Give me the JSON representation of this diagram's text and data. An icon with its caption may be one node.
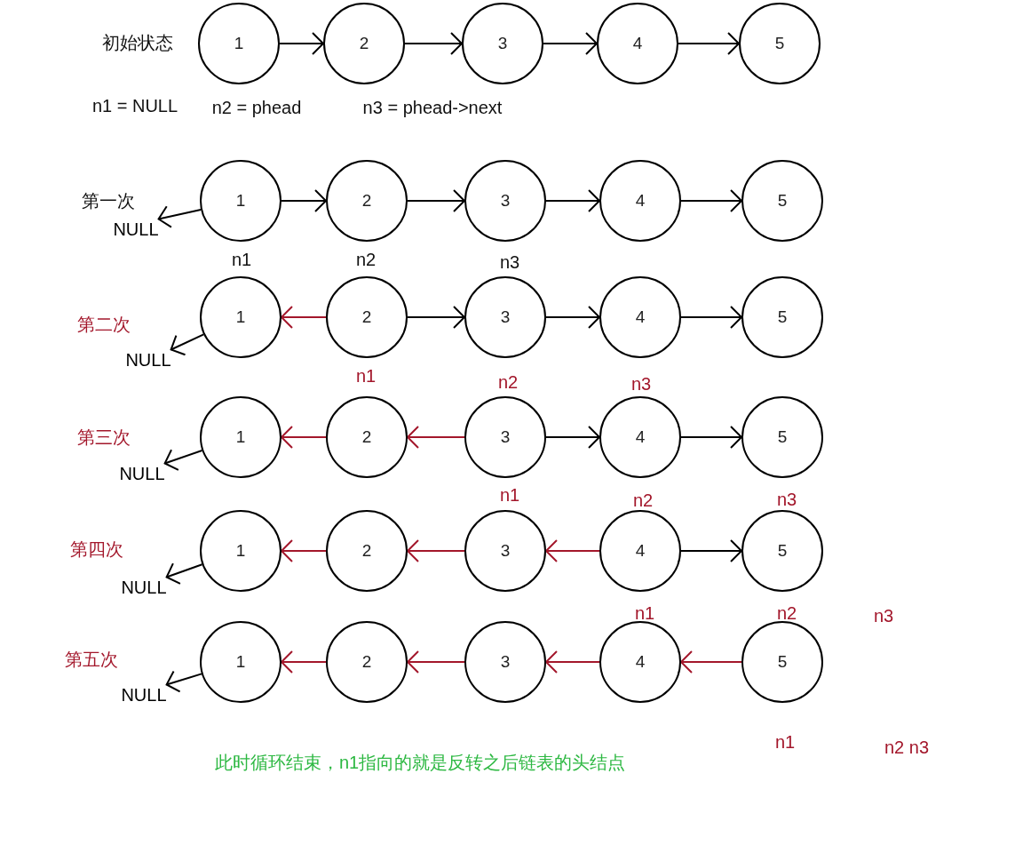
{
  "diagram": {
    "nodes": [
      {
        "text": [
          "1"
        ]
      },
      {
        "text": [
          "2"
        ]
      },
      {
        "text": [
          "3"
        ]
      },
      {
        "text": [
          "4"
        ]
      },
      {
        "text": [
          "5"
        ]
      },
      {
        "text": [
          "1"
        ]
      },
      {
        "text": [
          "2"
        ]
      },
      {
        "text": [
          "3"
        ]
      },
      {
        "text": [
          "4"
        ]
      },
      {
        "text": [
          "5"
        ]
      },
      {
        "text": [
          "NULL"
        ]
      },
      {
        "text": [
          "1"
        ]
      },
      {
        "text": [
          "2"
        ]
      },
      {
        "text": [
          "3"
        ]
      },
      {
        "text": [
          "4"
        ]
      },
      {
        "text": [
          "5"
        ]
      },
      {
        "text": [
          "NULL"
        ]
      },
      {
        "text": [
          "1"
        ]
      },
      {
        "text": [
          "2"
        ]
      },
      {
        "text": [
          "3"
        ]
      },
      {
        "text": [
          "4"
        ]
      },
      {
        "text": [
          "5"
        ]
      },
      {
        "text": [
          "NULL"
        ]
      },
      {
        "text": [
          "1"
        ]
      },
      {
        "text": [
          "2"
        ]
      },
      {
        "text": [
          "3"
        ]
      },
      {
        "text": [
          "4"
        ]
      },
      {
        "text": [
          "5"
        ]
      },
      {
        "text": [
          "NULL"
        ]
      },
      {
        "text": [
          "1"
        ]
      },
      {
        "text": [
          "2"
        ]
      },
      {
        "text": [
          "3"
        ]
      },
      {
        "text": [
          "4"
        ]
      },
      {
        "text": [
          "5"
        ]
      },
      {
        "text": [
          "NULL"
        ]
      }
    ],
    "edges": [
      {
        "from": 0,
        "to": 1,
        "arrow": "to"
      },
      {
        "from": 1,
        "to": 2,
        "arrow": "to"
      },
      {
        "from": 2,
        "to": 3,
        "arrow": "to"
      },
      {
        "from": 3,
        "to": 4,
        "arrow": "to"
      },
      {
        "from": 5,
        "to": 10,
        "arrow": "to"
      },
      {
        "from": 5,
        "to": 6,
        "arrow": "to"
      },
      {
        "from": 6,
        "to": 7,
        "arrow": "to"
      },
      {
        "from": 7,
        "to": 8,
        "arrow": "to"
      },
      {
        "from": 8,
        "to": 9,
        "arrow": "to"
      },
      {
        "from": 11,
        "to": 16,
        "arrow": "to"
      },
      {
        "from": 12,
        "to": 11,
        "arrow": "to",
        "color": "#a3172b"
      },
      {
        "from": 12,
        "to": 13,
        "arrow": "to"
      },
      {
        "from": 13,
        "to": 14,
        "arrow": "to"
      },
      {
        "from": 14,
        "to": 15,
        "arrow": "to"
      },
      {
        "from": 17,
        "to": 22,
        "arrow": "to"
      },
      {
        "from": 18,
        "to": 17,
        "arrow": "to",
        "color": "#a3172b"
      },
      {
        "from": 19,
        "to": 18,
        "arrow": "to",
        "color": "#a3172b"
      },
      {
        "from": 19,
        "to": 20,
        "arrow": "to"
      },
      {
        "from": 20,
        "to": 21,
        "arrow": "to"
      },
      {
        "from": 23,
        "to": 28,
        "arrow": "to"
      },
      {
        "from": 24,
        "to": 23,
        "arrow": "to",
        "color": "#a3172b"
      },
      {
        "from": 25,
        "to": 24,
        "arrow": "to",
        "color": "#a3172b"
      },
      {
        "from": 26,
        "to": 25,
        "arrow": "to",
        "color": "#a3172b"
      },
      {
        "from": 26,
        "to": 27,
        "arrow": "to"
      },
      {
        "from": 29,
        "to": 34,
        "arrow": "to"
      },
      {
        "from": 30,
        "to": 29,
        "arrow": "to",
        "color": "#a3172b"
      },
      {
        "from": 31,
        "to": 30,
        "arrow": "to",
        "color": "#a3172b"
      },
      {
        "from": 32,
        "to": 31,
        "arrow": "to",
        "color": "#a3172b"
      },
      {
        "from": 33,
        "to": 32,
        "arrow": "to",
        "color": "#a3172b"
      }
    ],
    "labels": [
      "初始状态",
      "n1 = NULL",
      "n2 = phead",
      "n3 = phead->next",
      "第一次",
      "n1",
      "n2",
      "n3",
      "第二次",
      "n1",
      "n2",
      "n3",
      "第三次",
      "n1",
      "n2",
      "n3",
      "第四次",
      "n1",
      "n2",
      "n3",
      "第五次",
      "n1",
      "n2 n3",
      "此时循环结束，n1指向的就是反转之后链表的头结点"
    ]
  }
}
